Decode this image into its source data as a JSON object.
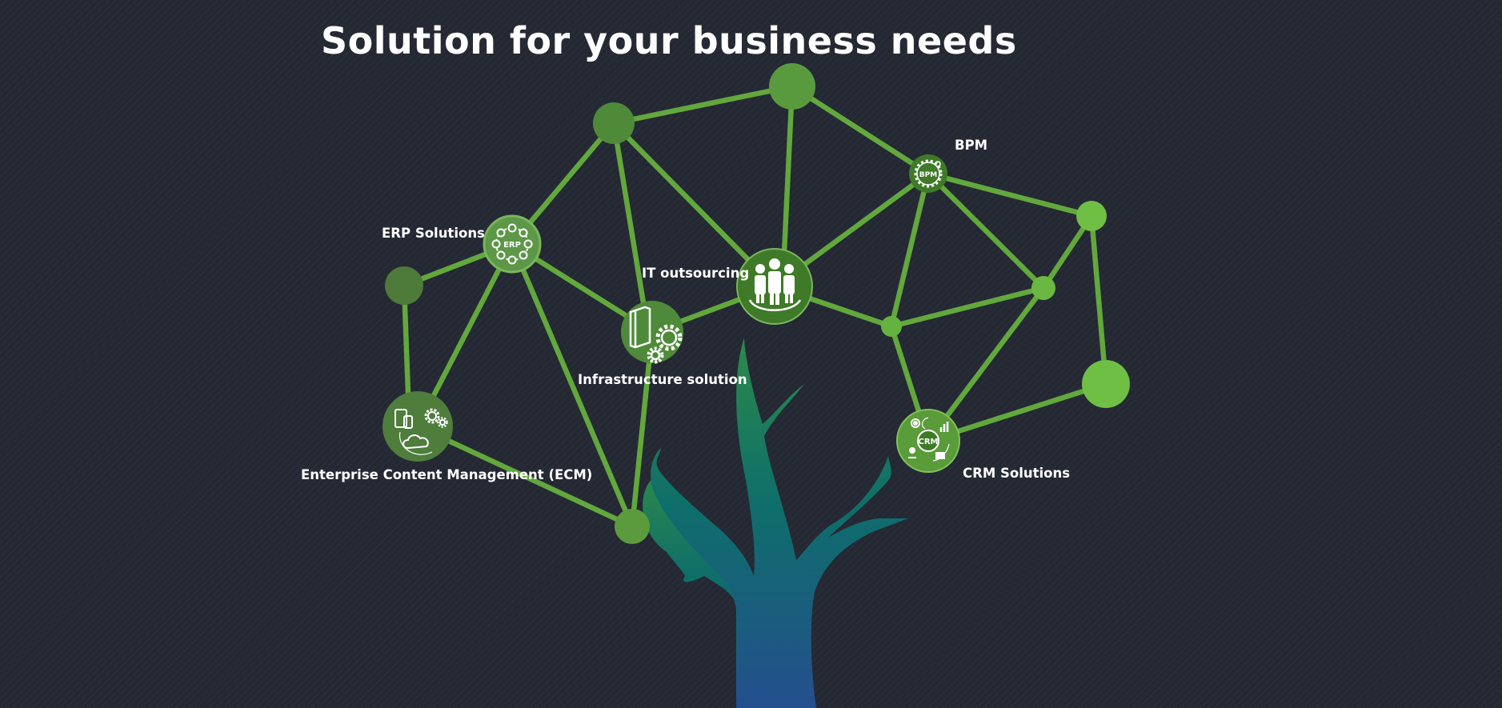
{
  "title": "Solution for your business needs",
  "labels": {
    "erp": "ERP Solutions",
    "it_outsourcing": "IT outsourcing",
    "infrastructure": "Infrastructure solution",
    "ecm": "Enterprise Content Management (ECM)",
    "bpm": "BPM",
    "crm": "CRM Solutions"
  },
  "icon_text": {
    "erp": "ERP",
    "bpm": "BPM",
    "crm": "CRM"
  },
  "icons": {
    "erp": "erp-ring-icon",
    "it_outsourcing": "team-icon",
    "infrastructure": "server-gears-icon",
    "ecm": "devices-cloud-gears-icon",
    "bpm": "gear-badge-icon",
    "crm": "crm-cycle-icon"
  },
  "colors": {
    "background": "#242833",
    "edge": "#62a83c",
    "node_dark": "#4e7a3a",
    "node_mid": "#5a9140",
    "node_light": "#6fbf45",
    "trunk_top": "#2c8a4a",
    "trunk_mid": "#0e6e6a",
    "trunk_bottom": "#244f8e"
  }
}
